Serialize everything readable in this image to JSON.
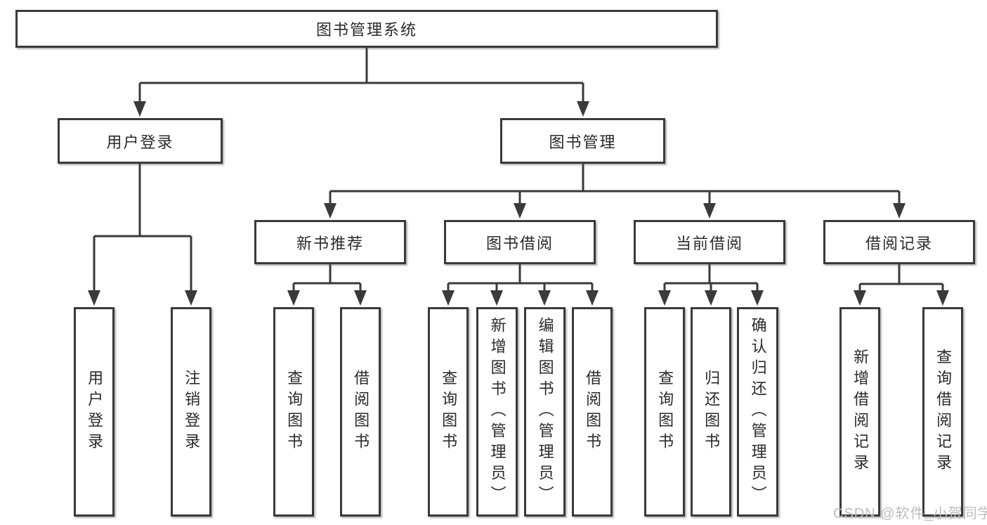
{
  "tree": {
    "root": {
      "label": "图书管理系统",
      "children": [
        {
          "label": "用户登录",
          "children": [
            {
              "label": "用户登录"
            },
            {
              "label": "注销登录"
            }
          ]
        },
        {
          "label": "图书管理",
          "children": [
            {
              "label": "新书推荐",
              "children": [
                {
                  "label": "查询图书"
                },
                {
                  "label": "借阅图书"
                }
              ]
            },
            {
              "label": "图书借阅",
              "children": [
                {
                  "label": "查询图书"
                },
                {
                  "label": "新增图书（管理员）"
                },
                {
                  "label": "编辑图书（管理员）"
                },
                {
                  "label": "借阅图书"
                }
              ]
            },
            {
              "label": "当前借阅",
              "children": [
                {
                  "label": "查询图书"
                },
                {
                  "label": "归还图书"
                },
                {
                  "label": "确认归还（管理员）"
                }
              ]
            },
            {
              "label": "借阅记录",
              "children": [
                {
                  "label": "新增借阅记录"
                },
                {
                  "label": "查询借阅记录"
                }
              ]
            }
          ]
        }
      ]
    }
  },
  "watermark": {
    "text": "CSDN @软件_小贺同学"
  },
  "colors": {
    "line": "#3a3a3a",
    "box_border": "#3a3a3a",
    "box_fill": "#ffffff",
    "text": "#2a2a2a",
    "watermark": "#bdbdbd",
    "background": "#ffffff"
  }
}
